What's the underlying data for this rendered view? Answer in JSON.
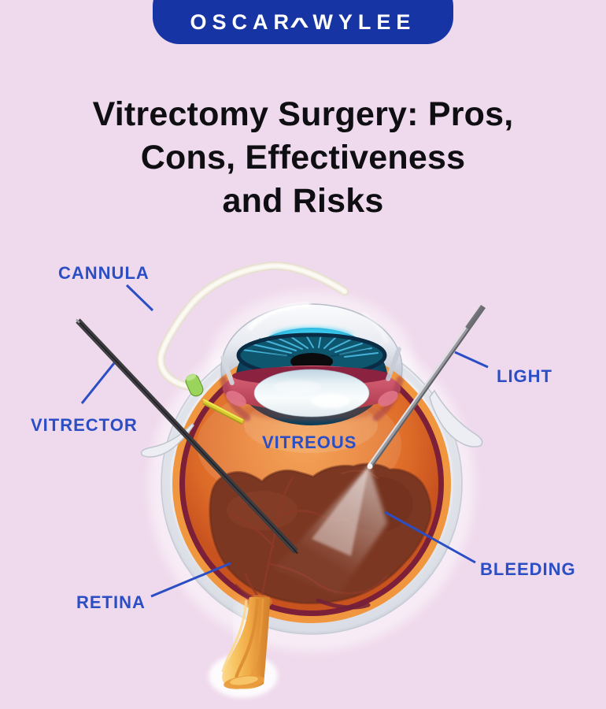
{
  "page": {
    "background_color": "#efd9ec"
  },
  "logo": {
    "text_left": "OSCAR",
    "text_mark": "^",
    "text_right": "WYLEE",
    "pill_color": "#1634a3",
    "text_color": "#ffffff"
  },
  "title": {
    "text": "Vitrectomy Surgery: Pros,\nCons, Effectiveness\nand Risks",
    "color": "#0f0f13"
  },
  "diagram": {
    "description": "Cross-section illustration of an eye undergoing vitrectomy surgery",
    "label_color": "#2b4ec5",
    "labels": [
      {
        "id": "cannula",
        "text": "CANNULA"
      },
      {
        "id": "vitrector",
        "text": "VITRECTOR"
      },
      {
        "id": "light",
        "text": "LIGHT"
      },
      {
        "id": "vitreous",
        "text": "VITREOUS"
      },
      {
        "id": "bleeding",
        "text": "BLEEDING"
      },
      {
        "id": "retina",
        "text": "RETINA"
      }
    ],
    "colors": {
      "sclera": "#f2f3f6",
      "cornea_rim": "#c3c8d3",
      "anterior_chamber": "#1787ae",
      "iris": "#0e556e",
      "iris_streaks": "#4fc4ec",
      "pupil": "#0b0b0d",
      "lens": "#eef5f8",
      "ciliary_pink": "#d85f70",
      "choroid_maroon": "#7c2039",
      "retina_orange_ring": "#f0963e",
      "vitreous_orange": "#ea8336",
      "bleeding_brown": "#7b3722",
      "vessels": "#8e3a28",
      "optic_nerve_yellow": "#f0a945",
      "vitrector_gray": "#3d3d41",
      "light_probe_gray": "#9a9ba1",
      "light_beam": "#ffffff",
      "cannula_tube": "#f6f2e8",
      "port_green": "#7dc242",
      "needle_yellow": "#d9cb2e"
    }
  }
}
